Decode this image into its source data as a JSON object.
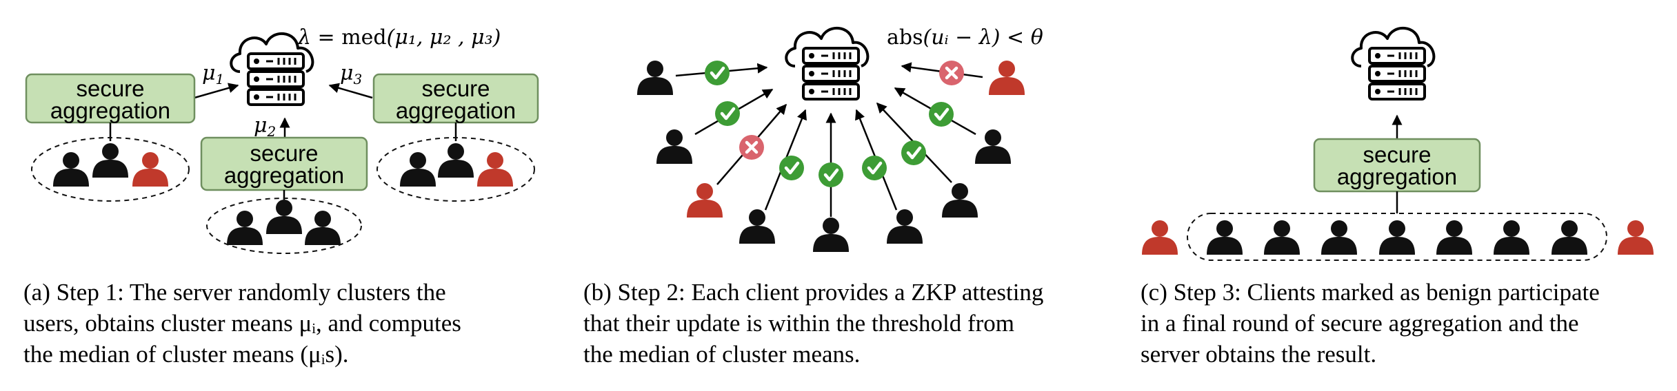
{
  "figure": {
    "accent_colors": {
      "benign": "#111111",
      "malicious": "#c0392b",
      "check": "#3d9c35",
      "cross": "#d9646d",
      "box_fill": "#c6e0b4"
    },
    "panel_a": {
      "box_label_line1": "secure",
      "box_label_line2": "aggregation",
      "formula_lhs": "λ = ",
      "formula_fn": "med",
      "formula_args": "(μ₁, μ₂ , μ₃)",
      "mu1": "μ",
      "mu1_sub": "1",
      "mu2": "μ",
      "mu2_sub": "2",
      "mu3": "μ",
      "mu3_sub": "3",
      "caption_lines": [
        "(a) Step 1:  The server randomly clusters the",
        "users, obtains cluster means μᵢ, and computes",
        "the median of cluster means (μᵢs)."
      ]
    },
    "panel_b": {
      "formula_fn": "abs",
      "formula_args": "(uᵢ − λ) < θ",
      "caption_lines": [
        "(b) Step 2: Each client provides a ZKP attesting",
        "that their update is within the threshold from",
        "the median of cluster means."
      ]
    },
    "panel_c": {
      "box_label_line1": "secure",
      "box_label_line2": "aggregation",
      "caption_lines": [
        "(c) Step 3: Clients marked as benign participate",
        "in a final round of secure aggregation and the",
        "server obtains the result."
      ]
    }
  }
}
